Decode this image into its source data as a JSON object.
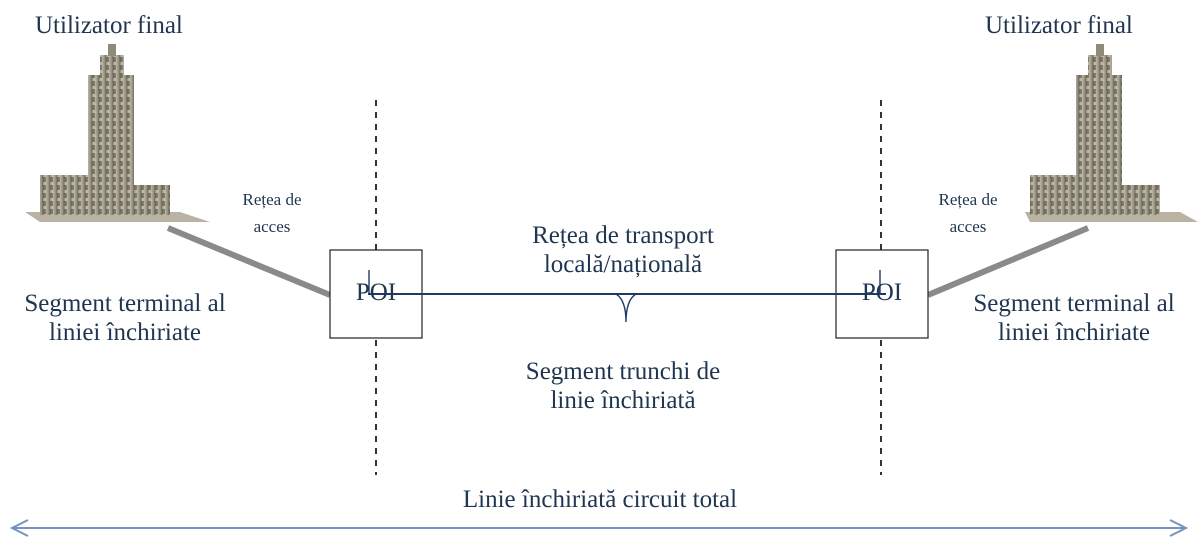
{
  "labels": {
    "end_user_left": "Utilizator final",
    "end_user_right": "Utilizator final",
    "access_left_line1": "Rețea de",
    "access_left_line2": "acces",
    "access_right_line1": "Rețea de",
    "access_right_line2": "acces",
    "terminal_left_line1": "Segment terminal al",
    "terminal_left_line2": "liniei închiriate",
    "terminal_right_line1": "Segment terminal al",
    "terminal_right_line2": "liniei închiriate",
    "transport_line1": "Rețea de transport",
    "transport_line2": "locală/națională",
    "trunk_line1": "Segment trunchi de",
    "trunk_line2": "linie închiriată",
    "poi_left": "POI",
    "poi_right": "POI",
    "total_circuit": "Linie închiriată circuit total"
  },
  "colors": {
    "text": "#1f3550",
    "trunk_line": "#1f3a66",
    "access_line": "#8a8a8a",
    "total_arrow": "#7393c2",
    "dashed": "#333333"
  },
  "icons": {
    "building_left": "office-building-icon",
    "building_right": "office-building-icon"
  }
}
